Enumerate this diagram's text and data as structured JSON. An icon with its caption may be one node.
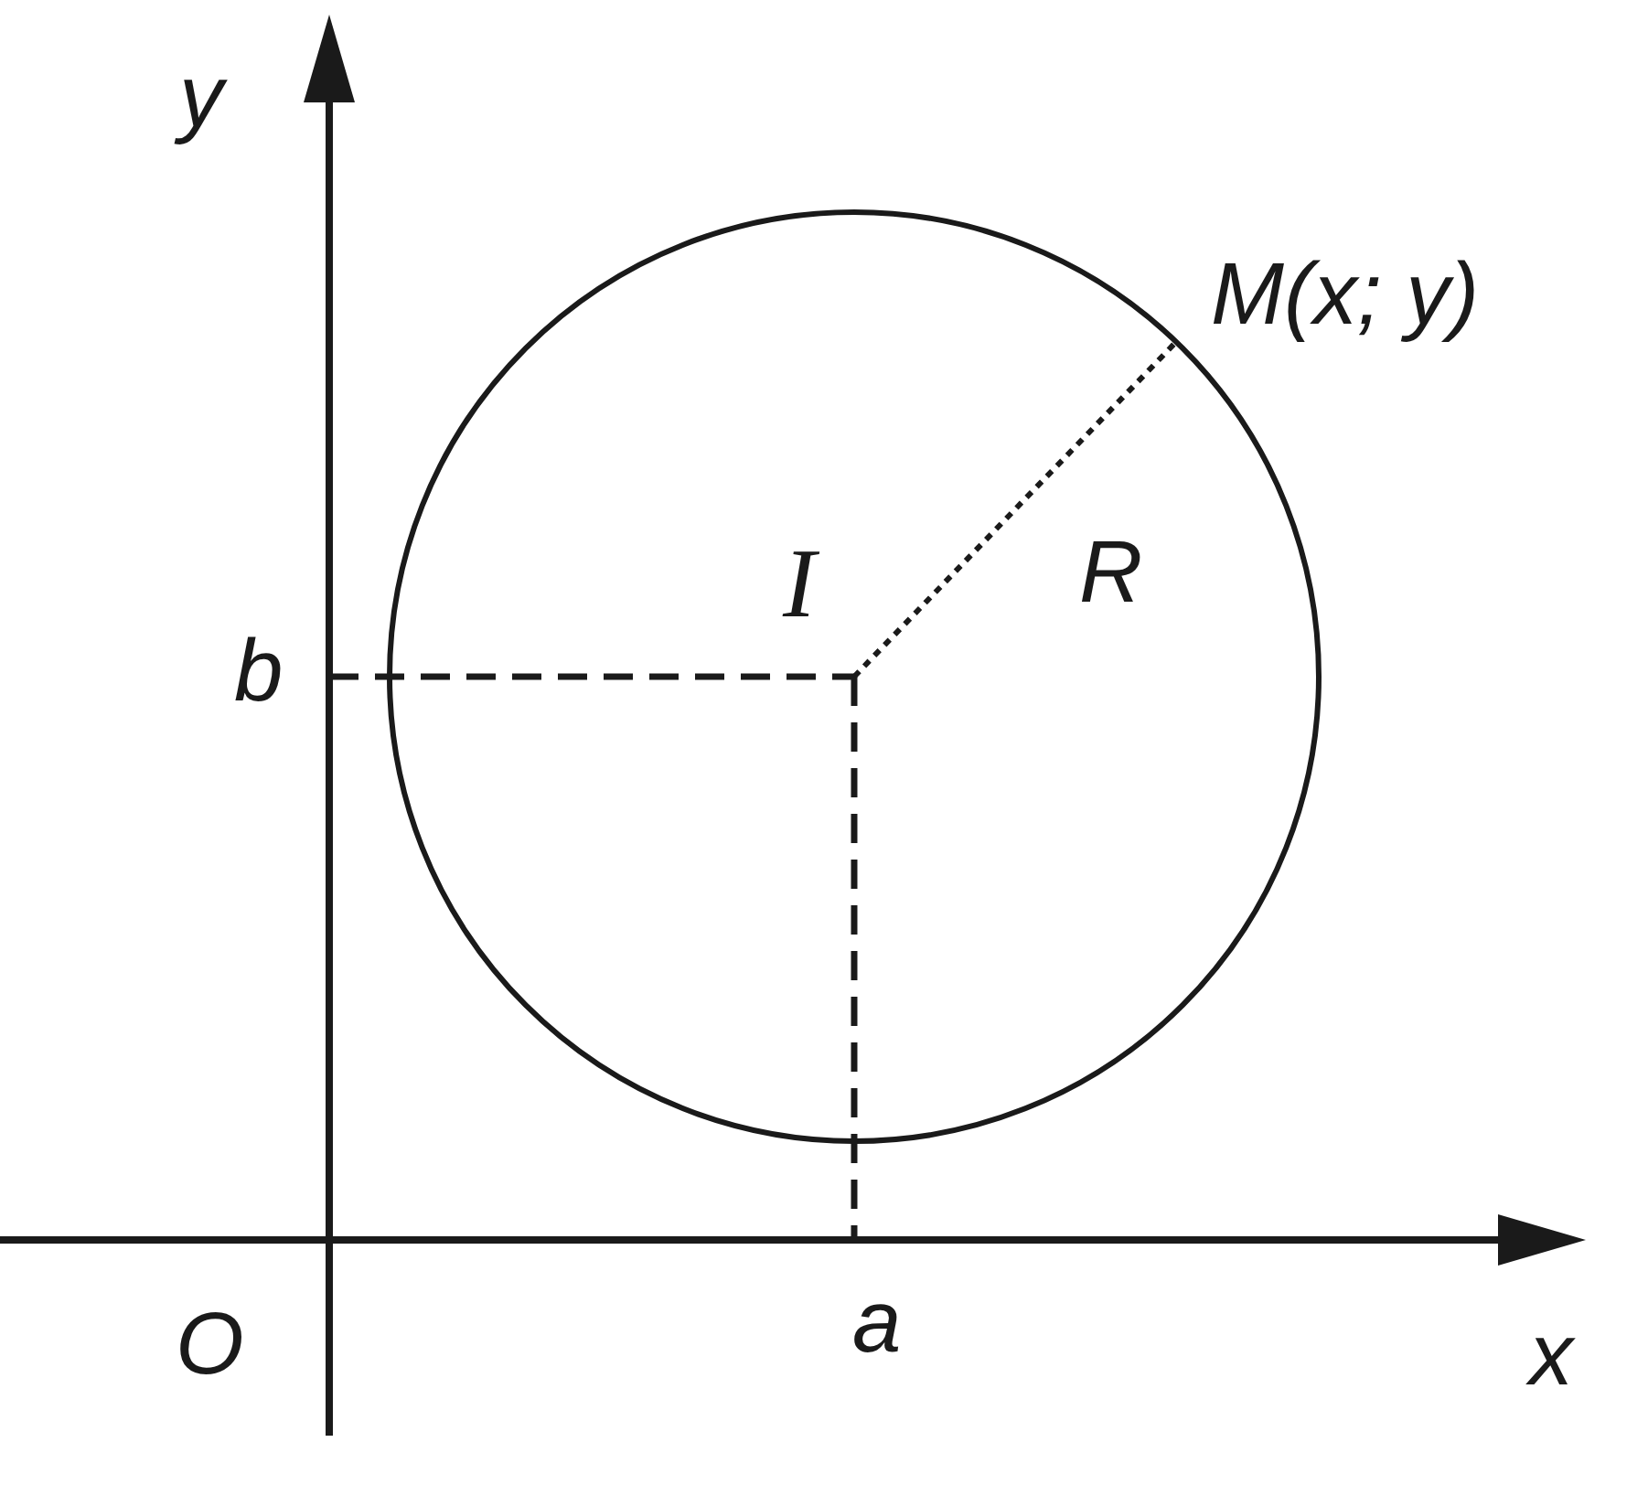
{
  "diagram": {
    "labels": [
      "y",
      "M(x; y)",
      "I",
      "R",
      "b",
      "O",
      "a",
      "x"
    ]
  }
}
